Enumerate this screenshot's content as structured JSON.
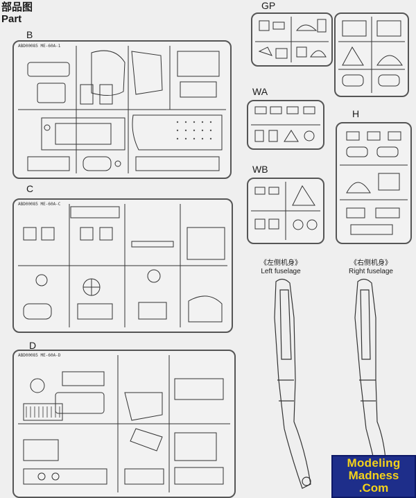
{
  "header": {
    "title_cn": "部品图",
    "title_en": "Part"
  },
  "sprues": {
    "b": {
      "label": "B",
      "tag": "ABD00085 ME-60A-1"
    },
    "c": {
      "label": "C",
      "tag": "ABD00085 ME-60A-C"
    },
    "d": {
      "label": "D",
      "tag": "ABD00085 ME-60A-D"
    },
    "gp": {
      "label": "GP"
    },
    "wa": {
      "label": "WA"
    },
    "wb": {
      "label": "WB"
    },
    "h": {
      "label": "H"
    }
  },
  "fuselage": {
    "left": {
      "cn": "《左侧机身》",
      "en": "Left fuselage"
    },
    "right": {
      "cn": "《右侧机身》",
      "en": "Right fuselage"
    }
  },
  "watermark": {
    "line1": "Modeling",
    "line2": "Madness",
    "line3": ".Com"
  }
}
